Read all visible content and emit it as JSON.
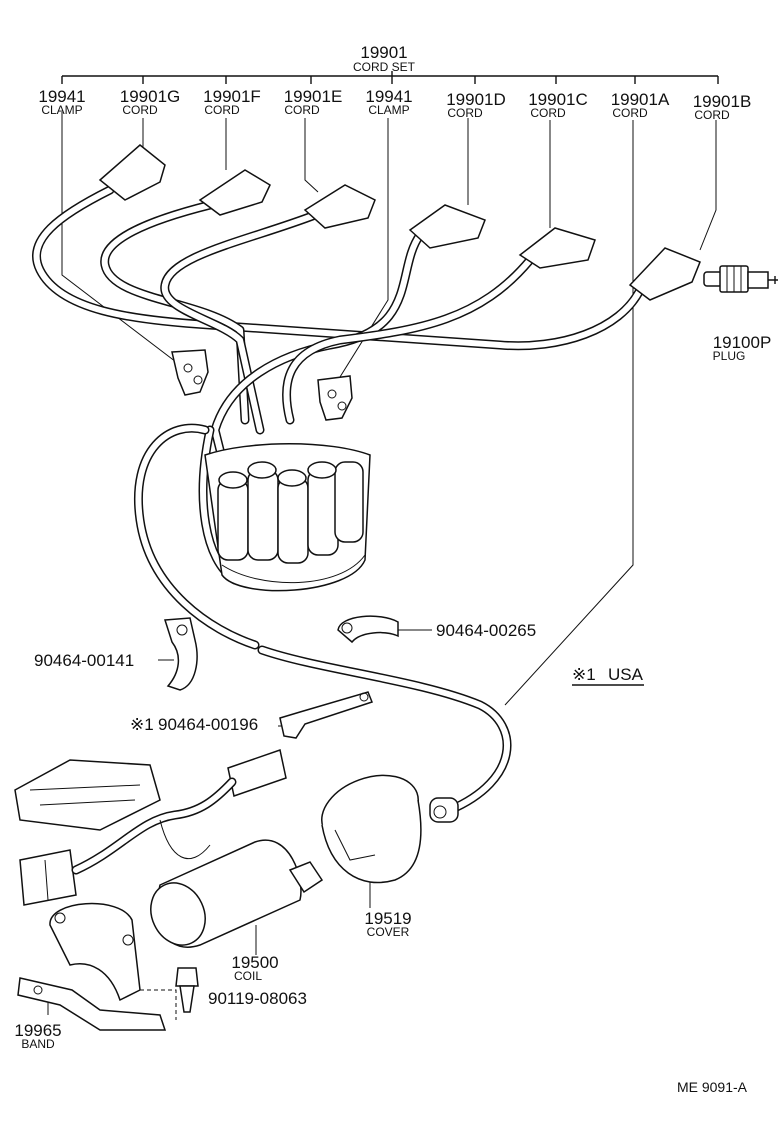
{
  "cord_set": {
    "number": "19901",
    "name": "CORD SET"
  },
  "cords": [
    {
      "number": "19941",
      "name": "CLAMP"
    },
    {
      "number": "19901G",
      "name": "CORD"
    },
    {
      "number": "19901F",
      "name": "CORD"
    },
    {
      "number": "19901E",
      "name": "CORD"
    },
    {
      "number": "19941",
      "name": "CLAMP"
    },
    {
      "number": "19901D",
      "name": "CORD"
    },
    {
      "number": "19901C",
      "name": "CORD"
    },
    {
      "number": "19901A",
      "name": "CORD"
    },
    {
      "number": "19901B",
      "name": "CORD"
    }
  ],
  "plug": {
    "number": "19100P",
    "name": "PLUG"
  },
  "clip_a": "90464-00265",
  "clip_b": "90464-00141",
  "clip_c": {
    "mark": "※1",
    "number": "90464-00196"
  },
  "usa_note": {
    "mark": "※1",
    "text": "USA"
  },
  "cover": {
    "number": "19519",
    "name": "COVER"
  },
  "coil": {
    "number": "19500",
    "name": "COIL"
  },
  "bolt": "90119-08063",
  "band": {
    "number": "19965",
    "name": "BAND"
  },
  "figure_id": "ME  9091-A"
}
